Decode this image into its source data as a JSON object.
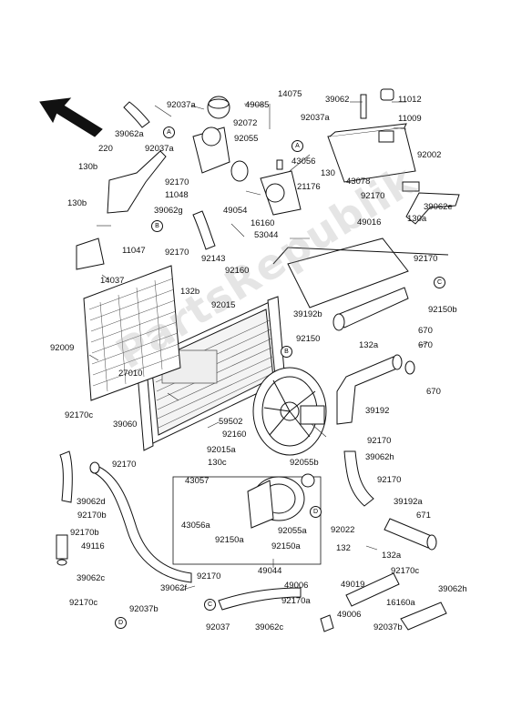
{
  "watermark": "PartsRepublik",
  "callouts": {
    "A1": "A",
    "A2": "A",
    "B1": "B",
    "B2": "B",
    "C1": "C",
    "C2": "C",
    "D1": "D",
    "D2": "D"
  },
  "labels": {
    "p92037a_1": "92037a",
    "p49085": "49085",
    "p14075": "14075",
    "p39062": "39062",
    "p11012": "11012",
    "p39062a": "39062a",
    "p92072": "92072",
    "p92037a_2": "92037a",
    "p11009": "11009",
    "p220": "220",
    "p92037a_3": "92037a",
    "p92055": "92055",
    "p92002": "92002",
    "p130b_1": "130b",
    "p43056": "43056",
    "p130": "130",
    "p43078": "43078",
    "p92170_1": "92170",
    "p21176": "21176",
    "p92170_2": "92170",
    "p11048": "11048",
    "p49054": "49054",
    "p39062g": "39062g",
    "p16160": "16160",
    "p39062e": "39062e",
    "p130b_2": "130b",
    "p49016": "49016",
    "p130a": "130a",
    "p53044": "53044",
    "p11047": "11047",
    "p92170_3": "92170",
    "p92143": "92143",
    "p92170_4": "92170",
    "p14037": "14037",
    "p92160_1": "92160",
    "p132b": "132b",
    "p92015": "92015",
    "p92150b": "92150b",
    "p39192b": "39192b",
    "p670_1": "670",
    "p92150": "92150",
    "p132a_1": "132a",
    "p670_2": "670",
    "p92009": "92009",
    "p27010": "27010",
    "p670_3": "670",
    "p39192": "39192",
    "p92170c_1": "92170c",
    "p39060": "39060",
    "p59502": "59502",
    "p92160_2": "92160",
    "p92170_5": "92170",
    "p92015a": "92015a",
    "p92170_6": "92170",
    "p130c": "130c",
    "p92055b": "92055b",
    "p39062h_1": "39062h",
    "p43057": "43057",
    "p92170_7": "92170",
    "p39062d": "39062d",
    "p39192a": "39192a",
    "p92170b_1": "92170b",
    "p671": "671",
    "p43056a": "43056a",
    "p92055a": "92055a",
    "p92170b_2": "92170b",
    "p92022": "92022",
    "p49116": "49116",
    "p92150a_1": "92150a",
    "p92150a_2": "92150a",
    "p132": "132",
    "p132a_2": "132a",
    "p39062c_1": "39062c",
    "p92170_8": "92170",
    "p49044": "49044",
    "p92170c_2": "92170c",
    "p39062f": "39062f",
    "p49006_1": "49006",
    "p49019": "49019",
    "p92170c_3": "92170c",
    "p92037b_1": "92037b",
    "p92170a": "92170a",
    "p16160a": "16160a",
    "p39062h_2": "39062h",
    "p49006_2": "49006",
    "p92037": "92037",
    "p39062c_2": "39062c",
    "p92037b_2": "92037b"
  }
}
